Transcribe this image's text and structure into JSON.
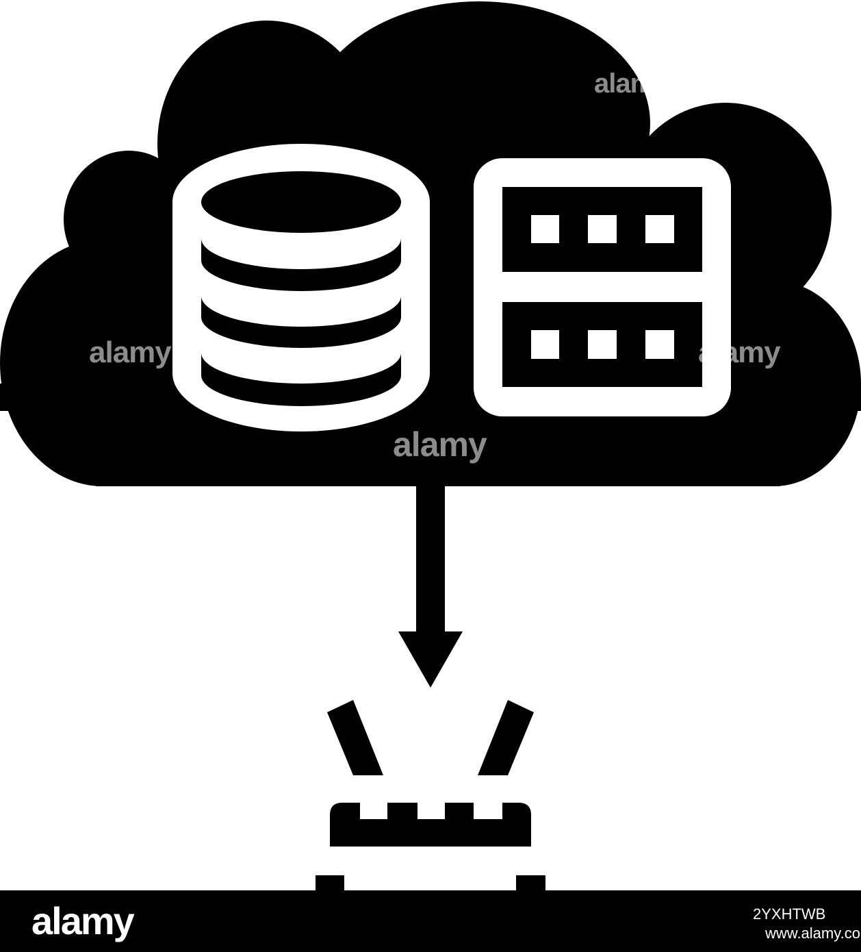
{
  "colors": {
    "icon": "#000000",
    "background": "#ffffff",
    "bar": "#000000",
    "bar_text": "#ffffff"
  },
  "watermark": {
    "text": "alamy"
  },
  "footer": {
    "logo": "alamy",
    "image_code": "2YXHTWB",
    "site": "www.alamy.com"
  }
}
